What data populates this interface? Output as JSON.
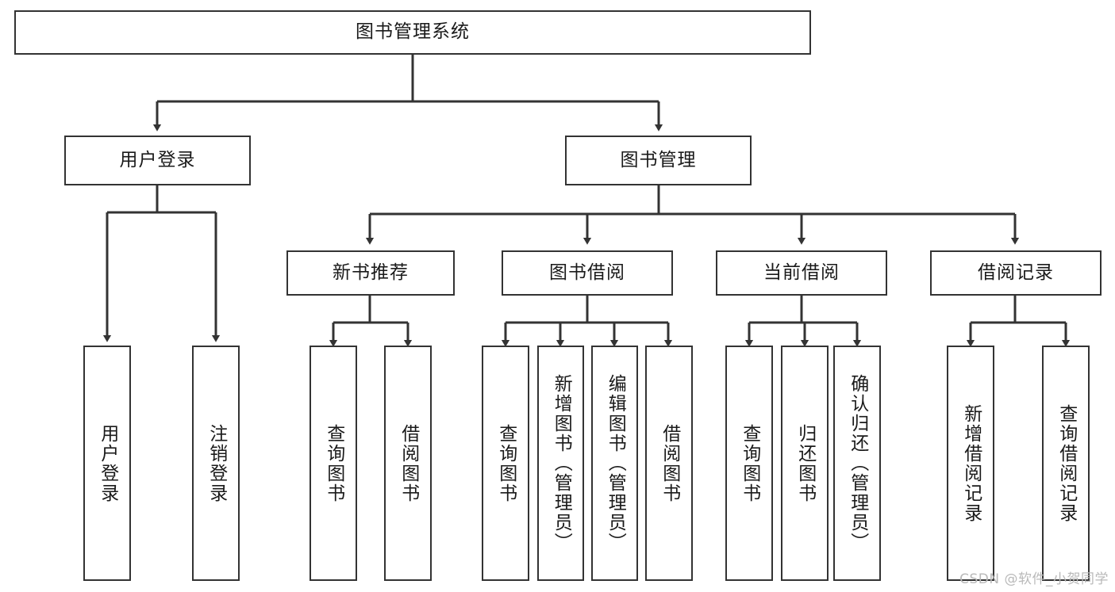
{
  "diagram": {
    "type": "tree-hierarchy",
    "title": "图书管理系统",
    "watermark": "CSDN @软件_小贺同学",
    "colors": {
      "stroke": "#333333",
      "fill": "#ffffff",
      "text": "#1a1a1a",
      "watermark": "#b9b9b9"
    },
    "levels": [
      {
        "level": 1,
        "nodes": [
          {
            "id": "root",
            "label": "图书管理系统",
            "orientation": "horizontal"
          }
        ]
      },
      {
        "level": 2,
        "nodes": [
          {
            "id": "user-login",
            "label": "用户登录",
            "orientation": "horizontal",
            "parent": "root"
          },
          {
            "id": "book-manage",
            "label": "图书管理",
            "orientation": "horizontal",
            "parent": "root"
          }
        ]
      },
      {
        "level": 3,
        "nodes": [
          {
            "id": "new-book-recommend",
            "label": "新书推荐",
            "orientation": "horizontal",
            "parent": "book-manage"
          },
          {
            "id": "book-borrow",
            "label": "图书借阅",
            "orientation": "horizontal",
            "parent": "book-manage"
          },
          {
            "id": "current-borrow",
            "label": "当前借阅",
            "orientation": "horizontal",
            "parent": "book-manage"
          },
          {
            "id": "borrow-record",
            "label": "借阅记录",
            "orientation": "horizontal",
            "parent": "book-manage"
          }
        ]
      },
      {
        "level": 4,
        "nodes": [
          {
            "id": "leaf-user-login",
            "label": "用户登录",
            "orientation": "vertical",
            "parent": "user-login"
          },
          {
            "id": "leaf-user-logout",
            "label": "注销登录",
            "orientation": "vertical",
            "parent": "user-login"
          },
          {
            "id": "leaf-query-book-1",
            "label": "查询图书",
            "orientation": "vertical",
            "parent": "new-book-recommend"
          },
          {
            "id": "leaf-borrow-book-1",
            "label": "借阅图书",
            "orientation": "vertical",
            "parent": "new-book-recommend"
          },
          {
            "id": "leaf-query-book-2",
            "label": "查询图书",
            "orientation": "vertical",
            "parent": "book-borrow"
          },
          {
            "id": "leaf-add-book",
            "label": "新增图书（管理员）",
            "orientation": "vertical",
            "parent": "book-borrow"
          },
          {
            "id": "leaf-edit-book",
            "label": "编辑图书（管理员）",
            "orientation": "vertical",
            "parent": "book-borrow"
          },
          {
            "id": "leaf-borrow-book-2",
            "label": "借阅图书",
            "orientation": "vertical",
            "parent": "book-borrow"
          },
          {
            "id": "leaf-query-book-3",
            "label": "查询图书",
            "orientation": "vertical",
            "parent": "current-borrow"
          },
          {
            "id": "leaf-return-book",
            "label": "归还图书",
            "orientation": "vertical",
            "parent": "current-borrow"
          },
          {
            "id": "leaf-confirm-return",
            "label": "确认归还（管理员）",
            "orientation": "vertical",
            "parent": "current-borrow"
          },
          {
            "id": "leaf-add-record",
            "label": "新增借阅记录",
            "orientation": "vertical",
            "parent": "borrow-record"
          },
          {
            "id": "leaf-query-record",
            "label": "查询借阅记录",
            "orientation": "vertical",
            "parent": "borrow-record"
          }
        ]
      }
    ]
  }
}
